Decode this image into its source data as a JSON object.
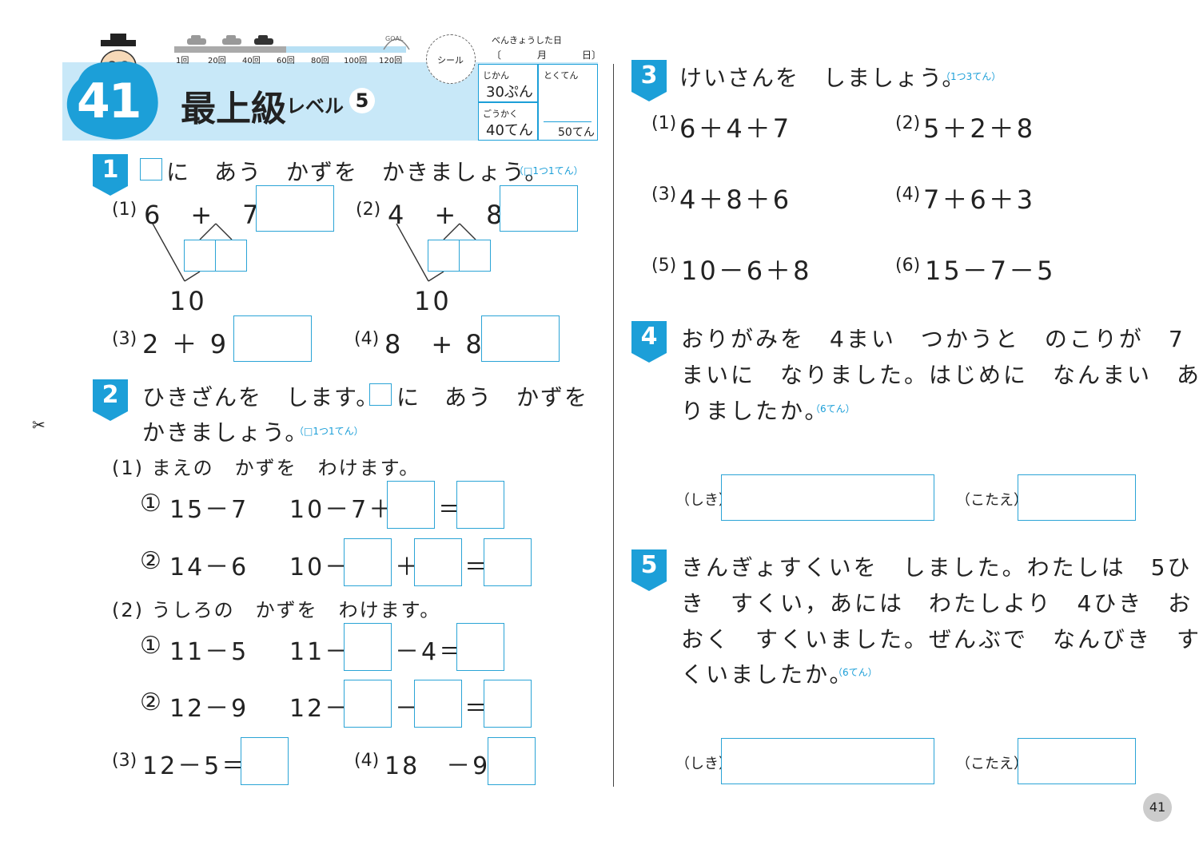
{
  "header": {
    "lesson_number": "41",
    "title": "最上級",
    "title_suffix": "レベル",
    "level": "5",
    "sticker_label": "シール",
    "study_date_label": "べんきょうした日",
    "date_open": "〔",
    "month": "月",
    "day_close": "日〕",
    "time_label": "じかん",
    "time_value": "30ぷん",
    "score_label": "とくてん",
    "pass_label": "ごうかく",
    "pass_value": "40てん",
    "total_value": "50てん",
    "progress_ticks": [
      "1回",
      "20回",
      "40回",
      "60回",
      "80回",
      "100回",
      "120回"
    ],
    "goal_label": "GOAL"
  },
  "colors": {
    "accent": "#1c9fd8",
    "band": "#c8e8f8",
    "box_border": "#2ba4d6"
  },
  "q1": {
    "badge": "1",
    "instruction_a": "に　あう　かずを　かきましょう。",
    "points": "（□1つ1てん）",
    "items": [
      {
        "label": "(1)",
        "expr": "6　+　7＝",
        "ten": "10"
      },
      {
        "label": "(2)",
        "expr": "4　+　8＝",
        "ten": "10"
      },
      {
        "label": "(3)",
        "expr": "2 ＋ 9 ＝"
      },
      {
        "label": "(4)",
        "expr": "8　+ 8 ＝"
      }
    ]
  },
  "q2": {
    "badge": "2",
    "instruction_a": "ひきざんを　します。",
    "instruction_b": "に　あう　かずを",
    "instruction_c": "かきましょう。",
    "points": "（□1つ1てん）",
    "part1_label": "(1) まえの　かずを　わけます。",
    "part1": [
      {
        "mark": "①",
        "problem": "15－7",
        "work_a": "10－7＋",
        "work_b": "＝"
      },
      {
        "mark": "②",
        "problem": "14－6",
        "work_a": "10－",
        "work_b": "＋",
        "work_c": "＝"
      }
    ],
    "part2_label": "(2) うしろの　かずを　わけます。",
    "part2": [
      {
        "mark": "①",
        "problem": "11－5",
        "work_a": "11－",
        "work_b": "－4＝"
      },
      {
        "mark": "②",
        "problem": "12－9",
        "work_a": "12－",
        "work_b": "－",
        "work_c": "＝"
      }
    ],
    "part3": {
      "label": "(3)",
      "expr": "12－5＝"
    },
    "part4": {
      "label": "(4)",
      "expr": "18　－9＝"
    }
  },
  "q3": {
    "badge": "3",
    "instruction": "けいさんを　しましょう。",
    "points": "（1つ3てん）",
    "items": [
      {
        "label": "(1)",
        "expr": "6＋4＋7"
      },
      {
        "label": "(2)",
        "expr": "5＋2＋8"
      },
      {
        "label": "(3)",
        "expr": "4＋8＋6"
      },
      {
        "label": "(4)",
        "expr": "7＋6＋3"
      },
      {
        "label": "(5)",
        "expr": "10－6＋8"
      },
      {
        "label": "(6)",
        "expr": "15－7－5"
      }
    ]
  },
  "q4": {
    "badge": "4",
    "line1": "おりがみを　4まい　つかうと　のこりが　7",
    "line2": "まいに　なりました。はじめに　なんまい　あ",
    "line3": "りましたか。",
    "points": "（6てん）",
    "shiki": "（しき）",
    "kotae": "（こたえ）"
  },
  "q5": {
    "badge": "5",
    "line1": "きんぎょすくいを　しました。わたしは　5ひ",
    "line2": "き　すくい，あには　わたしより　4ひき　お",
    "line3": "おく　すくいました。ぜんぶで　なんびき　す",
    "line4": "くいましたか。",
    "points": "（6てん）",
    "shiki": "（しき）",
    "kotae": "（こたえ）"
  },
  "page_number": "41",
  "scissors": "✂"
}
